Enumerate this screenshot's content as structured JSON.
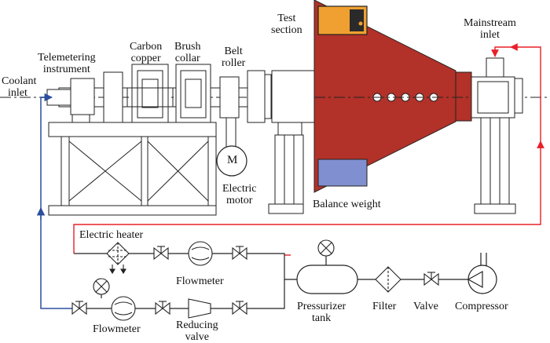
{
  "labels": {
    "coolant_inlet": [
      "Coolant",
      "inlet"
    ],
    "telemetering": [
      "Telemetering",
      "instrument"
    ],
    "carbon_copper": [
      "Carbon",
      "copper"
    ],
    "brush_collar": [
      "Brush",
      "collar"
    ],
    "belt_roller": [
      "Belt",
      "roller"
    ],
    "test_section": [
      "Test",
      "section"
    ],
    "mainstream_inlet": [
      "Mainstream",
      "inlet"
    ],
    "electric_motor": [
      "Electric",
      "motor"
    ],
    "motor_symbol": "M",
    "balance_weight": "Balance weight",
    "electric_heater": "Electric heater",
    "flowmeter_upper": "Flowmeter",
    "flowmeter_lower": "Flowmeter",
    "reducing_valve": [
      "Reducing",
      "valve"
    ],
    "pressurizer_tank": [
      "Pressurizer",
      "tank"
    ],
    "filter": "Filter",
    "valve": "Valve",
    "compressor": "Compressor"
  },
  "colors": {
    "test_body": "#b23128",
    "hot_line": "#e8202a",
    "cool_line": "#2c4e9e",
    "instrument_box": "#f0a030",
    "balance_weight": "#7f8fcf",
    "outline": "#222222"
  }
}
